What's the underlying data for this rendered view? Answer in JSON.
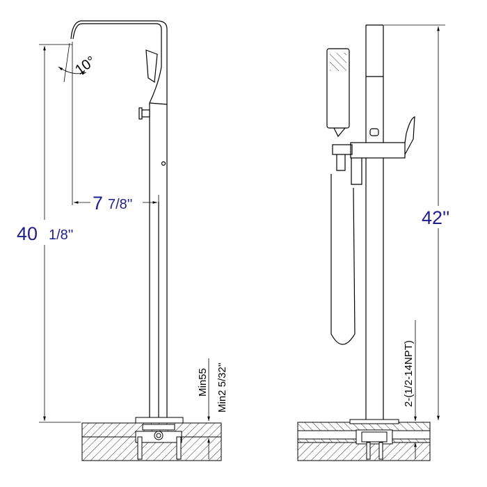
{
  "colors": {
    "dimension_blue": "#1e1e8c",
    "line": "#000000"
  },
  "left_view": {
    "angle_label": "10°",
    "reach_label_whole": "7",
    "reach_label_fraction": "7/8''",
    "height_label_whole": "40",
    "height_label_fraction": "1/8''",
    "min_mm_label": "Min55",
    "min_in_label": "Min2 5/32''"
  },
  "right_view": {
    "height_label": "42''",
    "thread_label": "2-(1/2-14NPT)"
  }
}
